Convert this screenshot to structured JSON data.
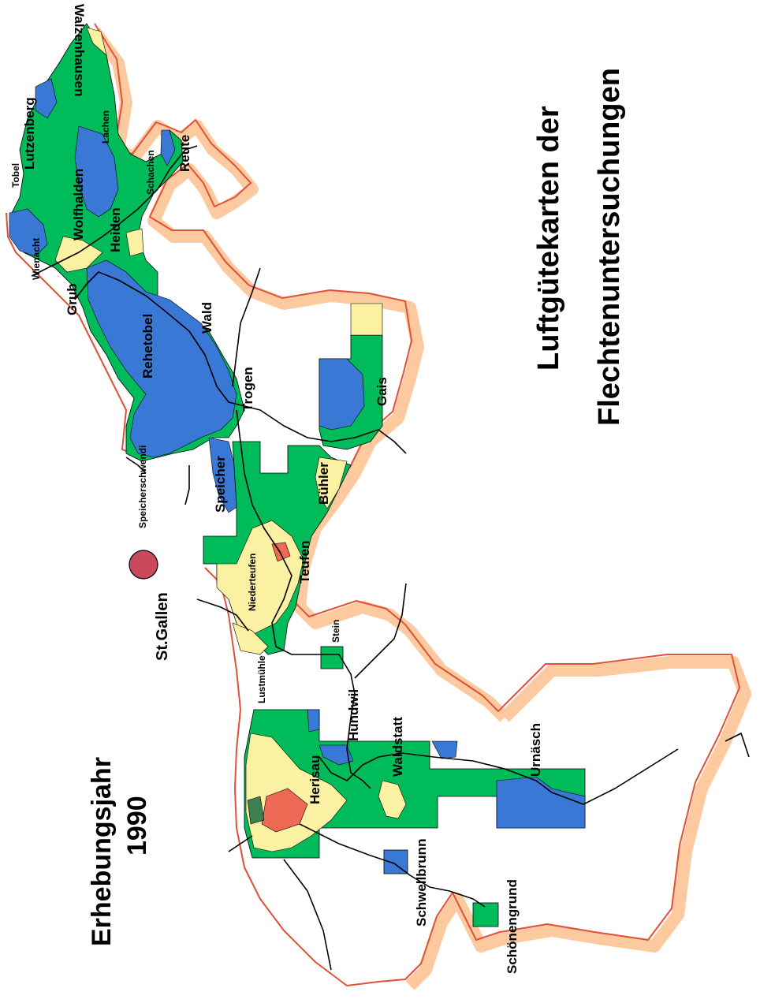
{
  "title": {
    "line1": "Luftgütekarten der",
    "line2": "Flechtenuntersuchungen"
  },
  "survey": {
    "line1": "Erhebungsjahr",
    "line2": "1990"
  },
  "colors": {
    "green": "#00bb5a",
    "blue": "#3a78d6",
    "yellow": "#fbf1a2",
    "red": "#ee6a55",
    "dark_green": "#3f7f54",
    "border": "#e0503a",
    "halo": "#fdcaa0",
    "city_dot": "#c9485b"
  },
  "city": {
    "name": "St.Gallen"
  },
  "places": {
    "walzenhausen": "Walzenhausen",
    "lutzenberg": "Lutzenberg",
    "lachen": "Lachen",
    "tobel": "Tobel",
    "wolfhalden": "Wolfhalden",
    "wienacht": "Wienacht",
    "schachen": "Schachen",
    "reute": "Reute",
    "heiden": "Heiden",
    "grub": "Grub",
    "rehetobel": "Rehetobel",
    "wald": "Wald",
    "trogen": "Trogen",
    "gais": "Gais",
    "speicherschwendi": "Speicherschwendi",
    "speicher": "Speicher",
    "buehler": "Bühler",
    "niederteufen": "Niederteufen",
    "teufen": "Teufen",
    "stein": "Stein",
    "lustmuehle": "Lustmühle",
    "hundwil": "Hundwil",
    "waldstatt": "Waldstatt",
    "urnaesch": "Urnäsch",
    "herisau": "Herisau",
    "schwellbrunn": "Schwellbrunn",
    "schoenengrund": "Schönengrund"
  }
}
